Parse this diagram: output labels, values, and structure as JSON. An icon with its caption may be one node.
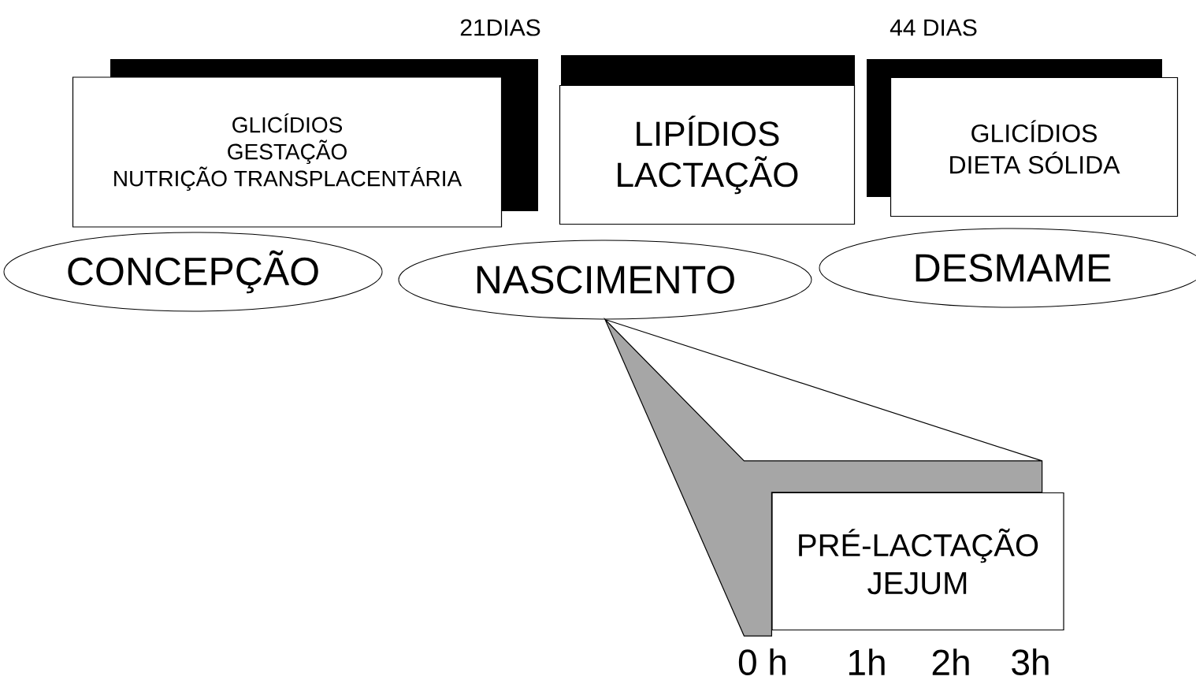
{
  "diagram": {
    "nodes": [
      {
        "text": [
          "GLICÍDIOS",
          "GESTAÇÃO",
          "NUTRIÇÃO TRANSPLACENTÁRIA"
        ]
      },
      {
        "text": [
          "LIPÍDIOS",
          "LACTAÇÃO"
        ]
      },
      {
        "text": [
          "GLICÍDIOS",
          "DIETA SÓLIDA"
        ]
      },
      {
        "text": [
          "CONCEPÇÃO"
        ]
      },
      {
        "text": [
          "NASCIMENTO"
        ]
      },
      {
        "text": [
          "DESMAME"
        ]
      },
      {
        "text": [
          "PRÉ-LACTAÇÃO",
          "JEJUM"
        ]
      }
    ],
    "edges": [
      {
        "from": 4,
        "to": 6,
        "arrow": "none"
      }
    ],
    "labels": [
      "21DIAS",
      "44 DIAS",
      "0 h",
      "1h",
      "2h",
      "3h"
    ]
  }
}
